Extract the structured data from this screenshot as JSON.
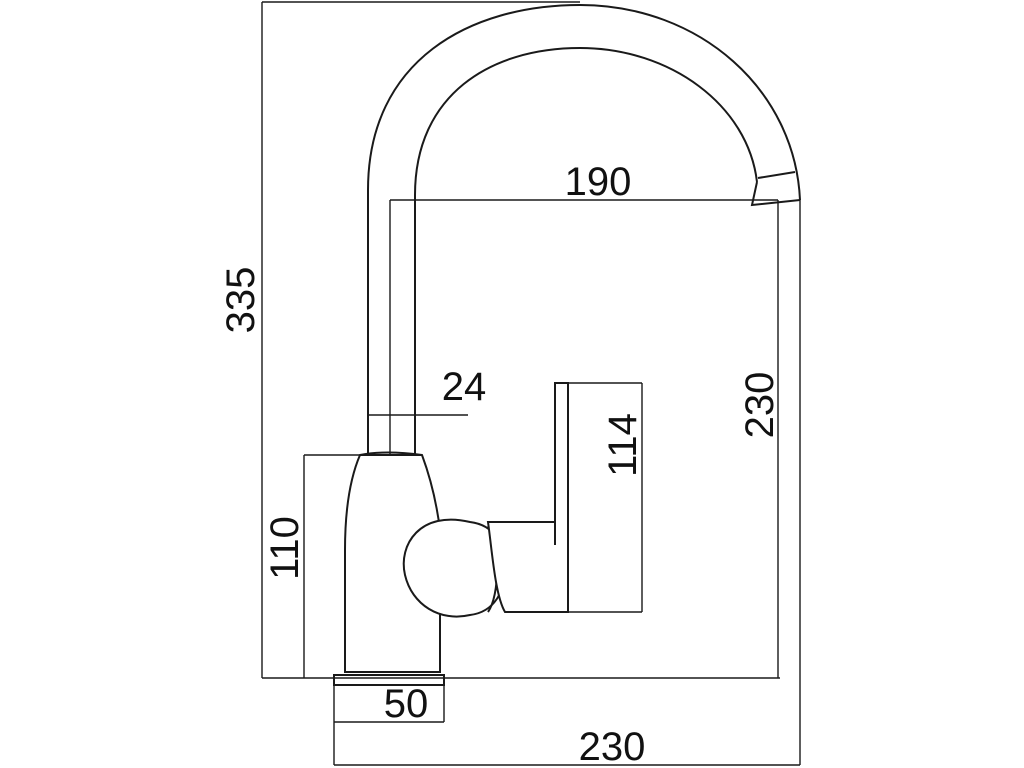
{
  "drawing": {
    "subject": "faucet-technical-drawing",
    "line_color": "#1a1a1a",
    "background_color": "#ffffff"
  },
  "dimensions": {
    "total_height": "335",
    "spout_reach": "190",
    "spout_diameter": "24",
    "handle_height": "114",
    "spout_outlet_height": "230",
    "body_height": "110",
    "base_width": "50",
    "total_width": "230"
  }
}
